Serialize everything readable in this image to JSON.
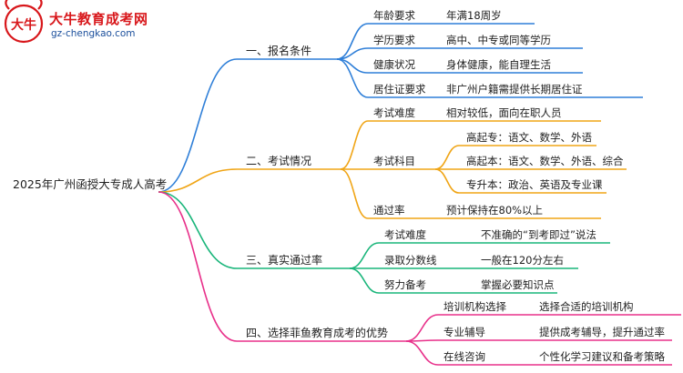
{
  "brand": {
    "name": "大牛教育成考网",
    "url": "gz-chengkao.com",
    "logo_text": "大牛"
  },
  "mindmap": {
    "root": "2025年广州函授大专成人高考",
    "colors": {
      "branch1": "#2f7fd8",
      "branch2": "#f0a516",
      "branch3": "#19b57a",
      "branch4": "#e8308a"
    },
    "branches": [
      {
        "label": "一、报名条件",
        "items": [
          {
            "label": "年龄要求",
            "value": "年满18周岁"
          },
          {
            "label": "学历要求",
            "value": "高中、中专或同等学历"
          },
          {
            "label": "健康状况",
            "value": "身体健康，能自理生活"
          },
          {
            "label": "居住证要求",
            "value": "非广州户籍需提供长期居住证"
          }
        ]
      },
      {
        "label": "二、考试情况",
        "items": [
          {
            "label": "考试难度",
            "value": "相对较低，面向在职人员"
          },
          {
            "label": "考试科目",
            "values": [
              "高起专：语文、数学、外语",
              "高起本：语文、数学、外语、综合",
              "专升本：政治、英语及专业课"
            ]
          },
          {
            "label": "通过率",
            "value": "预计保持在80%以上"
          }
        ]
      },
      {
        "label": "三、真实通过率",
        "items": [
          {
            "label": "考试难度",
            "value": "不准确的“到考即过”说法"
          },
          {
            "label": "录取分数线",
            "value": "一般在120分左右"
          },
          {
            "label": "努力备考",
            "value": "掌握必要知识点"
          }
        ]
      },
      {
        "label": "四、选择菲鱼教育成考的优势",
        "items": [
          {
            "label": "培训机构选择",
            "value": "选择合适的培训机构"
          },
          {
            "label": "专业辅导",
            "value": "提供成考辅导，提升通过率"
          },
          {
            "label": "在线咨询",
            "value": "个性化学习建议和备考策略"
          }
        ]
      }
    ]
  }
}
